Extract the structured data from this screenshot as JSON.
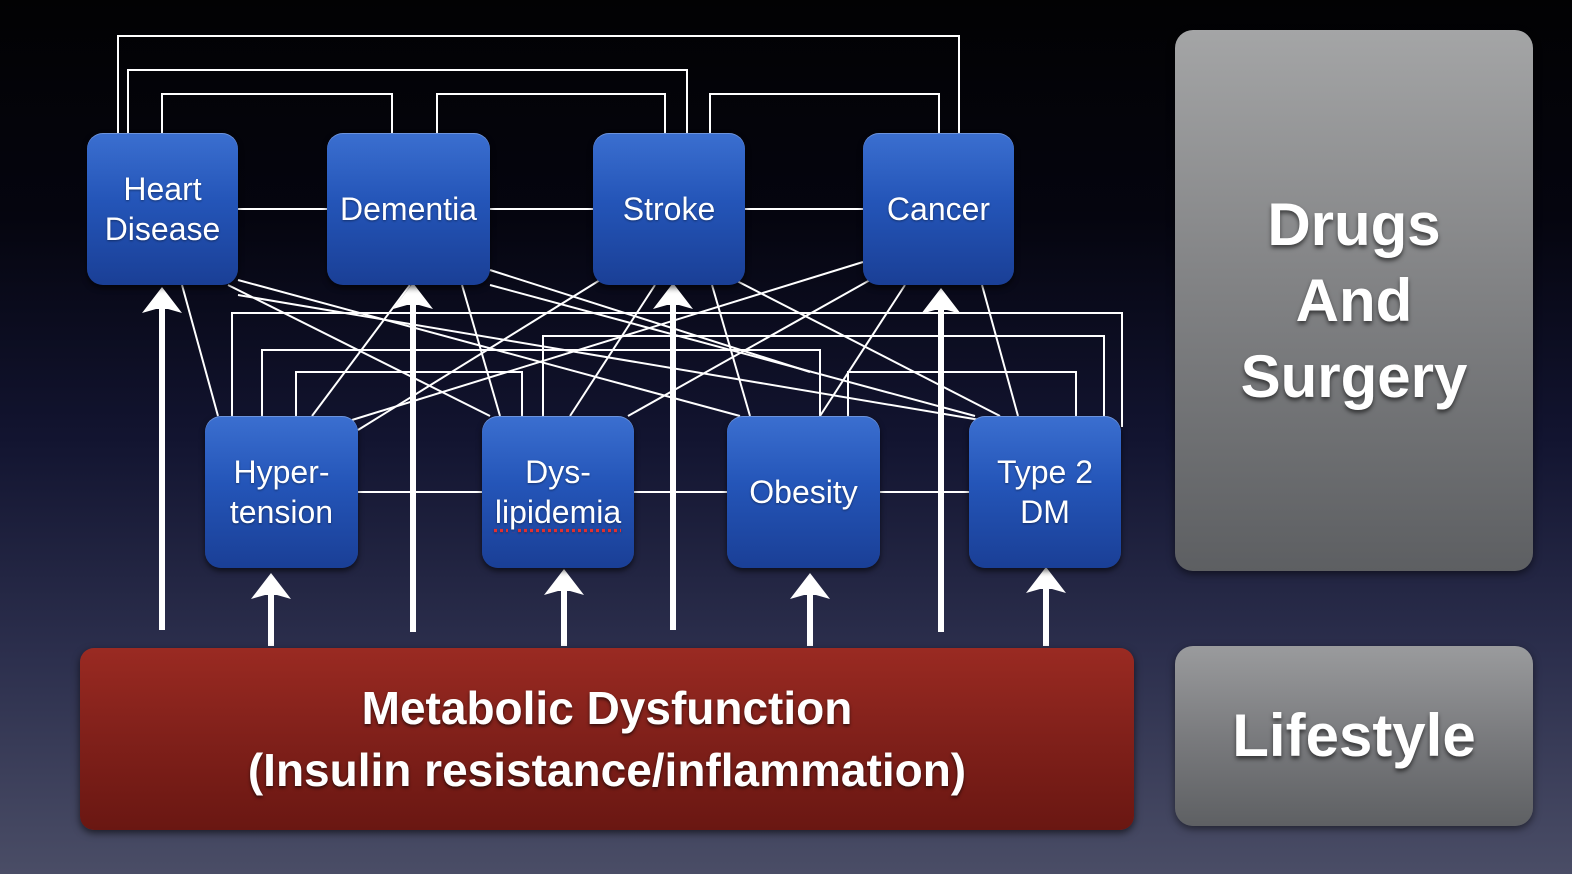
{
  "diseases": [
    {
      "id": "heart",
      "label": "Heart\nDisease"
    },
    {
      "id": "dementia",
      "label": "Dementia"
    },
    {
      "id": "stroke",
      "label": "Stroke"
    },
    {
      "id": "cancer",
      "label": "Cancer"
    }
  ],
  "conditions": [
    {
      "id": "hypertension",
      "label": "Hyper-\ntension"
    },
    {
      "id": "dyslipidemia",
      "label": "Dys-\nlipidemia"
    },
    {
      "id": "obesity",
      "label": "Obesity"
    },
    {
      "id": "t2dm",
      "label": "Type 2\nDM"
    }
  ],
  "metabolic": {
    "line1": "Metabolic Dysfunction",
    "line2": "(Insulin resistance/inflammation)"
  },
  "drugs": {
    "line1": "Drugs",
    "line2": "And",
    "line3": "Surgery"
  },
  "lifestyle": {
    "label": "Lifestyle"
  },
  "colors": {
    "node_blue": "#2455b8",
    "metabolic_red": "#80201a",
    "grey_box": "#838486",
    "connector": "#ffffff"
  }
}
